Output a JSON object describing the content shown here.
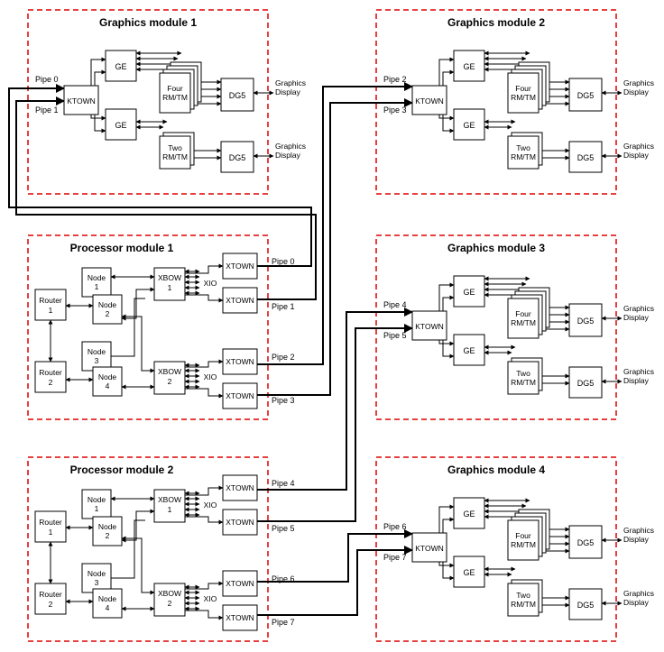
{
  "modules": {
    "graphics1": "Graphics module 1",
    "graphics2": "Graphics module 2",
    "graphics3": "Graphics module 3",
    "graphics4": "Graphics module 4",
    "processor1": "Processor module 1",
    "processor2": "Processor module 2"
  },
  "labels": {
    "ge": "GE",
    "ktown": "KTOWN",
    "dg5": "DG5",
    "four_l1": "Four",
    "four_l2": "RM/TM",
    "two_l1": "Two",
    "two_l2": "RM/TM",
    "display_l1": "Graphics",
    "display_l2": "Display",
    "xtown": "XTOWN",
    "xio": "XIO",
    "xbow": "XBOW",
    "node": "Node",
    "router": "Router",
    "num1": "1",
    "num2": "2",
    "num3": "3",
    "num4": "4"
  },
  "pipes": {
    "p0": "Pipe 0",
    "p1": "Pipe 1",
    "p2": "Pipe 2",
    "p3": "Pipe 3",
    "p4": "Pipe 4",
    "p5": "Pipe 5",
    "p6": "Pipe 6",
    "p7": "Pipe 7"
  }
}
